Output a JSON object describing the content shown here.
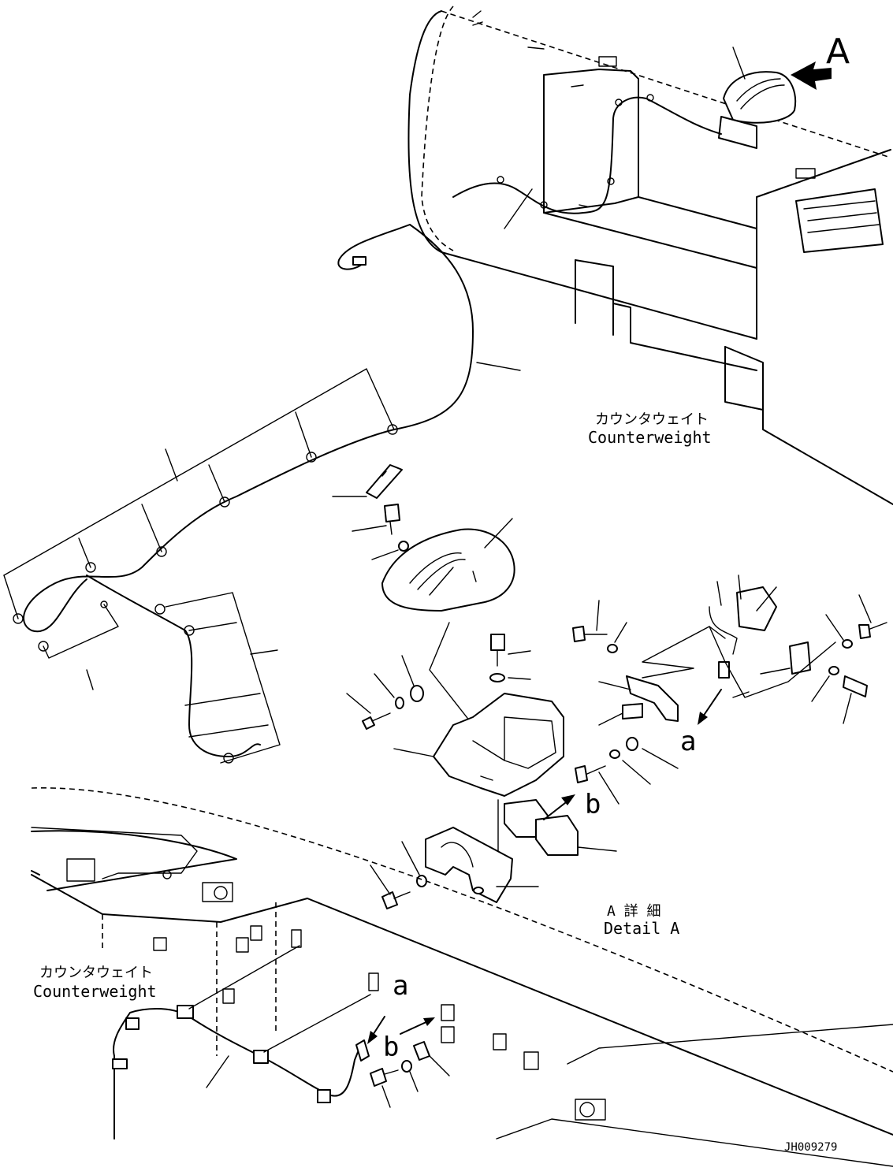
{
  "diagram": {
    "view_label": "A",
    "detail_title_jp": "A 詳 細",
    "detail_title_en": "Detail A",
    "counterweight_top_jp": "カウンタウェイト",
    "counterweight_top_en": "Counterweight",
    "counterweight_bottom_jp": "カウンタウェイト",
    "counterweight_bottom_en": "Counterweight",
    "ref_a_detail": "a",
    "ref_b_detail": "b",
    "ref_a_lower": "a",
    "ref_b_lower": "b",
    "drawing_number": "JH009279"
  }
}
